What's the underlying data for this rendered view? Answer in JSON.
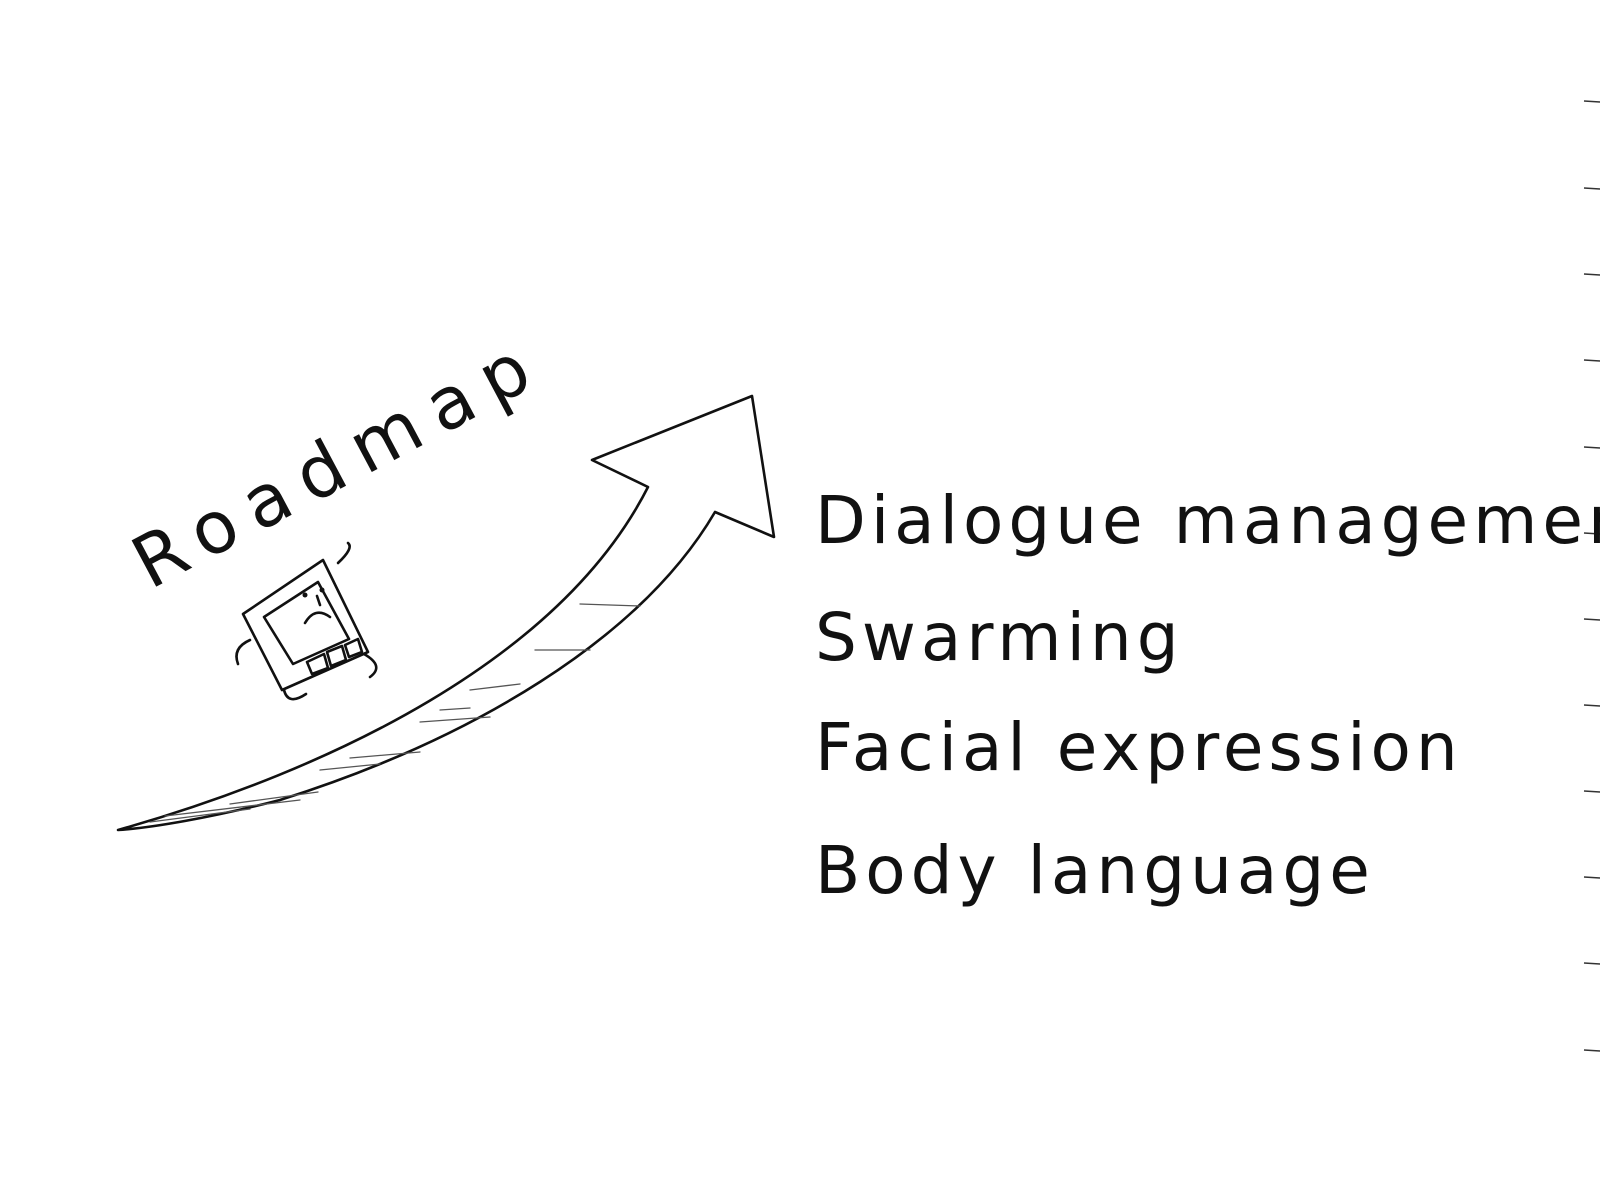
{
  "title": "Roadmap",
  "items": [
    {
      "label": "Dialogue management"
    },
    {
      "label": "Swarming"
    },
    {
      "label": "Facial expression"
    },
    {
      "label": "Body language"
    }
  ],
  "colors": {
    "ink": "#111111",
    "paper": "#ffffff"
  },
  "icons": {
    "character": "robot-with-sad-face"
  }
}
